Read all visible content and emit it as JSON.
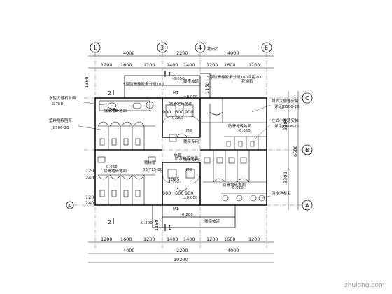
{
  "axes_top": [
    "1",
    "3",
    "4",
    "6"
  ],
  "axes_right": [
    "C",
    "B",
    "A"
  ],
  "dims": {
    "top_major": [
      "4000",
      "2200",
      "4000"
    ],
    "top_minor": [
      "1200",
      "1600",
      "1200",
      "1400",
      "1400",
      "1200",
      "1600",
      "1200"
    ],
    "bottom_minor": [
      "1200",
      "1600",
      "1200",
      "1400",
      "1400",
      "1200",
      "1600",
      "1200"
    ],
    "bottom_major": [
      "4000",
      "2200",
      "4000"
    ],
    "bottom_total": "10200",
    "right_major": [
      "3300",
      "3300"
    ],
    "right_total": "6600",
    "inner": [
      "900",
      "600",
      "900",
      "1025",
      "900",
      "600",
      "900",
      "120",
      "240",
      "1150",
      "1150",
      "120",
      "240",
      "1350"
    ]
  },
  "labels": {
    "lobby_top": "残疾坡道",
    "lobby_bottom": "残疾坡道",
    "floor_top_left": "防滑地砖地面",
    "floor_top_right": "防滑地砖地面",
    "floor_bottom_left": "防滑地砖地面",
    "floor_bottom_right": "防滑地砖地面",
    "floor_mid_top": "防滑地砖地面",
    "floor_mid_bottom": "防滑地砖地面",
    "left_note1a": "水泥大理石台面",
    "left_note1b": "高750",
    "left_note2a": "塑料隔板厕所",
    "left_note2b": "J8506-28",
    "right_note1a": "蹲式大便器安装",
    "right_note1b": "详见J8506-28",
    "right_note2a": "立式小便器安装",
    "right_note2b": "详见J8506-11",
    "right_note3": "污水池参见",
    "top_note1": "5厚防滑橡胶条分缝100",
    "top_note2": "5厚防滑橡胶条分缝100间距200",
    "top_stone": "花岗石",
    "top_stone2": "花岗石",
    "mop_top": "残疾专用",
    "mop_bottom": "残疾专用",
    "drain": "地漏",
    "ref_mid": "03J715-88",
    "pipe": "残坑管"
  },
  "elev": {
    "e1": "-0.050",
    "e2": "-0.050",
    "e3": "±0.000",
    "e4": "-0.050",
    "e5": "-0.050",
    "e6": "-0.050",
    "e7": "-0.050",
    "e8": "±0.000",
    "e9": "-0.050",
    "e10": "-0.200",
    "e11": "-0.200"
  },
  "tags": {
    "m1_top": "M1",
    "m1_bot": "M1",
    "m2_top": "M2",
    "m2_bot": "M2",
    "sec1_top": "1",
    "sec1_bot": "1",
    "sec2_top": "2",
    "sec2_bot": "2",
    "axis_a_left": "A"
  },
  "watermark": "zhulong.com"
}
